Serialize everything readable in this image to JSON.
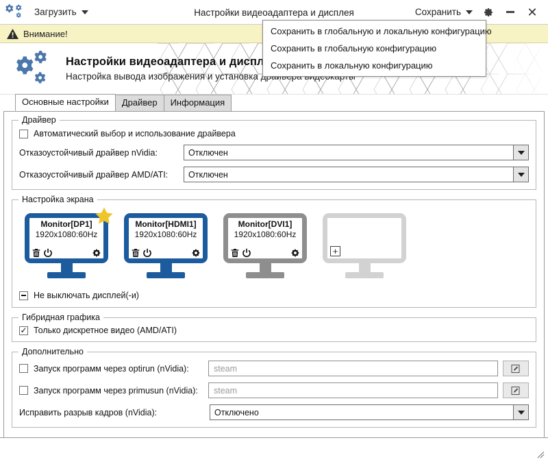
{
  "window": {
    "title": "Настройки видеоадаптера и дисплея",
    "app_icon": "gears-icon",
    "load_menu_label": "Загрузить",
    "save_menu_label": "Сохранить",
    "settings_icon": "gear-icon",
    "minimize_icon": "minimize-icon",
    "close_icon": "close-icon"
  },
  "save_dropdown": {
    "items": [
      {
        "label": "Сохранить в глобальную и локальную конфигурацию"
      },
      {
        "label": "Сохранить в глобальную конфигурацию"
      },
      {
        "label": "Сохранить в локальную конфигурацию"
      }
    ]
  },
  "warning": {
    "icon": "warning-triangle-icon",
    "text": "Внимание!",
    "bg": "#f7f3c4"
  },
  "header": {
    "icon": "gears-icon",
    "title": "Настройки видеоадаптера и дисплея",
    "subtitle": "Настройка вывода изображения и установка драйвера видеокарты"
  },
  "tabs": [
    {
      "label": "Основные настройки",
      "active": true
    },
    {
      "label": "Драйвер",
      "active": false
    },
    {
      "label": "Информация",
      "active": false
    }
  ],
  "driver_group": {
    "legend": "Драйвер",
    "auto_checkbox": {
      "label": "Автоматический выбор и использование драйвера",
      "checked": false
    },
    "nvidia": {
      "label": "Отказоустойчивый драйвер nVidia:",
      "value": "Отключен"
    },
    "amd": {
      "label": "Отказоустойчивый драйвер AMD/ATI:",
      "value": "Отключен"
    }
  },
  "screen_group": {
    "legend": "Настройка экрана",
    "monitors": [
      {
        "name": "Monitor[DP1]",
        "resolution": "1920x1080:60Hz",
        "color": "#1b5b9e",
        "primary": true,
        "star_color": "#efc52c",
        "icons": [
          "trash-icon",
          "power-icon",
          "gear-icon"
        ]
      },
      {
        "name": "Monitor[HDMI1]",
        "resolution": "1920x1080:60Hz",
        "color": "#1b5b9e",
        "primary": false,
        "icons": [
          "trash-icon",
          "power-icon",
          "gear-icon"
        ]
      },
      {
        "name": "Monitor[DVI1]",
        "resolution": "1920x1080:60Hz",
        "color": "#8e8e8e",
        "primary": false,
        "icons": [
          "trash-icon",
          "power-icon",
          "gear-icon"
        ]
      },
      {
        "name": "",
        "resolution": "",
        "color": "#d2d2d2",
        "primary": false,
        "empty": true,
        "icons": [
          "plus-icon"
        ]
      }
    ],
    "keep_on_checkbox": {
      "label": "Не выключать дисплей(-и)",
      "state": "indeterminate"
    }
  },
  "hybrid_group": {
    "legend": "Гибридная графика",
    "discrete_checkbox": {
      "label": "Только дискретное видео (AMD/ATI)",
      "checked": true
    }
  },
  "extra_group": {
    "legend": "Дополнительно",
    "optirun": {
      "label": "Запуск программ через optirun (nVidia):",
      "checked": false,
      "placeholder": "steam",
      "edit_icon": "edit-icon"
    },
    "primusrun": {
      "label": "Запуск программ через primusun (nVidia):",
      "checked": false,
      "placeholder": "steam",
      "edit_icon": "edit-icon"
    },
    "tearfree": {
      "label": "Исправить разрыв кадров (nVidia):",
      "value": "Отключено"
    }
  },
  "statusbar": {
    "resize_grip_icon": "resize-grip-icon"
  }
}
